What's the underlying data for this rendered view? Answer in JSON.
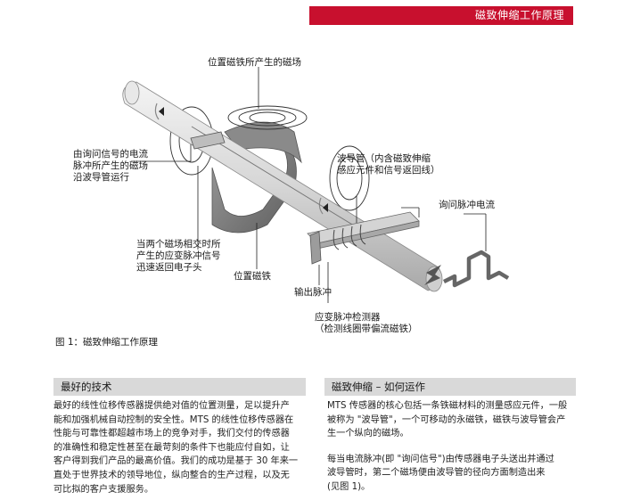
{
  "header": {
    "title": "磁致伸缩工作原理"
  },
  "figure": {
    "labels": {
      "magnet_field": "位置磁铁所产生的磁场",
      "current_field_l1": "由询问信号的电流",
      "current_field_l2": "脉冲所产生的磁场",
      "current_field_l3": "沿波导管运行",
      "waveguide_l1": "波导管（内含磁致伸缩",
      "waveguide_l2": "感应元件和信号返回线）",
      "interrogation": "询问脉冲电流",
      "strain_return_l1": "当两个磁场相交时所",
      "strain_return_l2": "产生的应变脉冲信号",
      "strain_return_l3": "迅速返回电子头",
      "position_magnet": "位置磁铁",
      "output_pulse": "输出脉冲",
      "detector_l1": "应变脉冲检测器",
      "detector_l2": "（检测线圈带偏流磁铁）"
    },
    "caption": "图 1：磁致伸缩工作原理"
  },
  "left_section": {
    "title": "最好的技术",
    "lines": [
      "最好的线性位移传感器提供绝对值的位置测量，足以提升产",
      "能和加强机械自动控制的安全性。MTS 的线性位移传感器在",
      "性能与可靠性都超越市场上的竞争对手，我们交付的传感器",
      "的准确性和稳定性甚至在最苛刻的条件下也能应付自如，让",
      "客户得到我们产品的最高价值。我们的成功是基于 30 年来一",
      "直处于世界技术的领导地位，纵向整合的生产过程，以及无",
      "可比拟的客户支援服务。"
    ]
  },
  "right_section": {
    "title": "磁致伸缩 – 如何运作",
    "para1": [
      "MTS 传感器的核心包括一条铁磁材料的测量感应元件，一般",
      "被称为 \"波导管\"，一个可移动的永磁铁，磁铁与波导管会产",
      "生一个纵向的磁场。"
    ],
    "para2": [
      "每当电流脉冲(即 \"询问信号\")由传感器电子头送出并通过",
      "波导管时，第二个磁场便由波导管的径向方面制造出来",
      "(见图 1)。"
    ]
  },
  "colors": {
    "accent": "#c8102e",
    "section_bg": "#d9d9d9"
  }
}
